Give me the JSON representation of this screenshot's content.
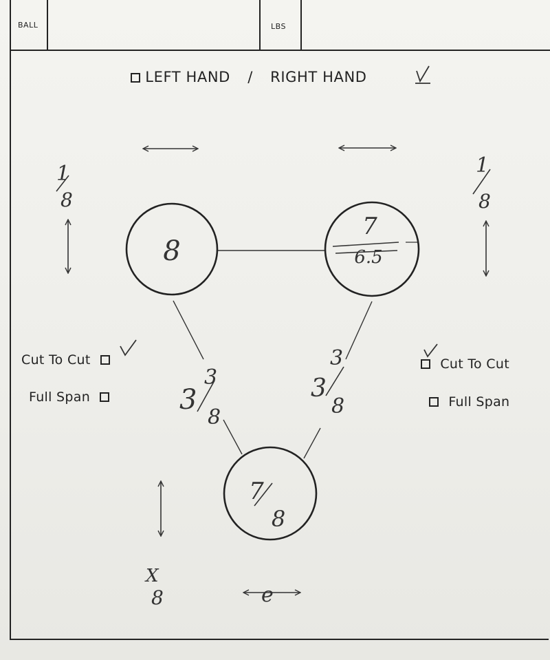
{
  "header": {
    "ball_label": "BALL",
    "lbs_label": "LBS"
  },
  "hand": {
    "left_label": "LEFT HAND",
    "separator": "/",
    "right_label": "RIGHT HAND",
    "selected": "right"
  },
  "left_options": {
    "cut_to_cut": "Cut To Cut",
    "cut_to_cut_checked": true,
    "full_span": "Full Span",
    "full_span_checked": false
  },
  "right_options": {
    "cut_to_cut": "Cut To Cut",
    "cut_to_cut_checked": true,
    "full_span": "Full Span",
    "full_span_checked": false
  },
  "holes": {
    "left_finger": "8",
    "right_finger": "7",
    "right_finger_struck": "6.5",
    "thumb_top": "7",
    "thumb_bottom": "8"
  },
  "pitches": {
    "left_top_num": "1",
    "left_top_den": "8",
    "right_top_num": "1",
    "right_top_den": "8",
    "thumb_num": "X",
    "thumb_den": "8",
    "thumb_lateral": "e"
  },
  "spans": {
    "left_whole": "3",
    "left_num": "3",
    "left_den": "8",
    "right_whole": "3",
    "right_num": "3",
    "right_den": "8"
  }
}
